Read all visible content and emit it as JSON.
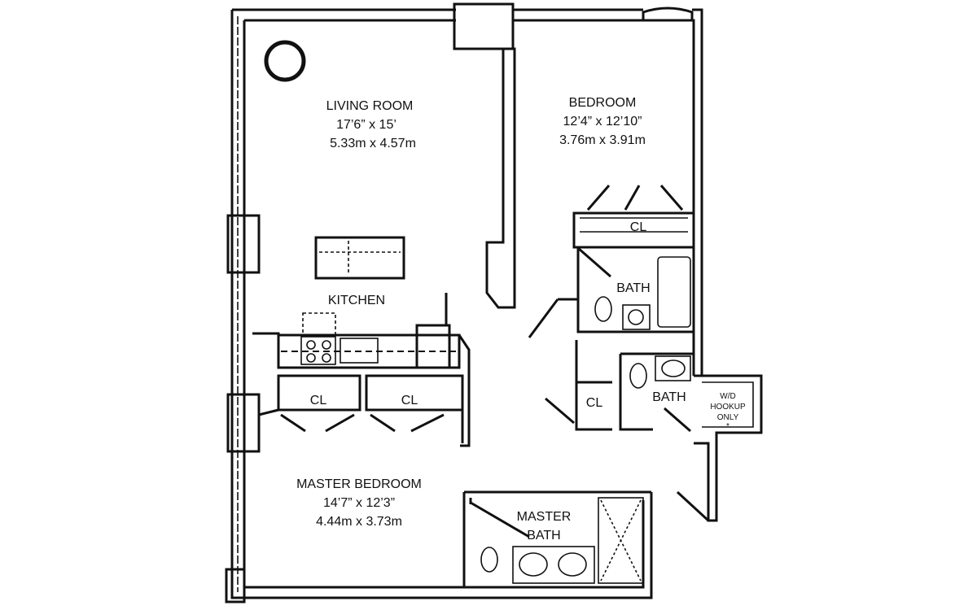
{
  "rooms": {
    "living_room": {
      "name": "LIVING ROOM",
      "imperial": "17’6” x 15’",
      "metric": "5.33m x 4.57m"
    },
    "bedroom": {
      "name": "BEDROOM",
      "imperial": "12’4” x 12’10”",
      "metric": "3.76m x 3.91m"
    },
    "master_bedroom": {
      "name": "MASTER BEDROOM",
      "imperial": "14’7” x 12’3”",
      "metric": "4.44m x 3.73m"
    },
    "kitchen": {
      "name": "KITCHEN"
    },
    "bath_1": {
      "name": "BATH"
    },
    "bath_2": {
      "name": "BATH"
    },
    "master_bath": {
      "line1": "MASTER",
      "line2": "BATH"
    },
    "closets": [
      "CL",
      "CL",
      "CL",
      "CL"
    ],
    "wd": {
      "line1": "W/D",
      "line2": "HOOKUP",
      "line3": "ONLY",
      "note": "*"
    }
  }
}
